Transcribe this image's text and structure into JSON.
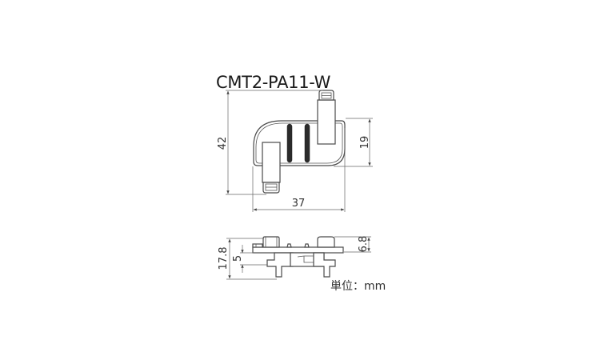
{
  "title": "CMT2-PA11-W",
  "colors": {
    "background": "#ffffff",
    "line": "#4a4a4a",
    "text": "#1a1a1a",
    "slot": "#2b2b2b"
  },
  "top_view": {
    "dimensions": {
      "overall_height": "42",
      "body_height": "19",
      "width": "37"
    }
  },
  "side_view": {
    "dimensions": {
      "overall_height": "17.8",
      "inner_height": "5",
      "top_height": "6.8"
    }
  },
  "unit_label": "単位：mm"
}
